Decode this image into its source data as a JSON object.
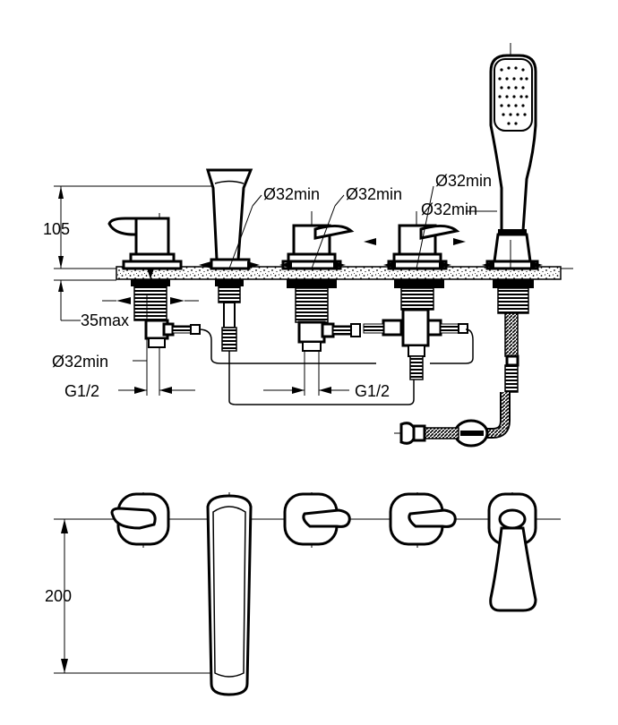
{
  "dimensions": {
    "height_mm": "105",
    "max_thickness": "35max",
    "hole_a": "Ø32min",
    "hole_b": "Ø32min",
    "hole_c": "Ø32min",
    "hole_d": "Ø32min",
    "hole_e": "Ø32min",
    "thread_left": "G1/2",
    "thread_center": "G1/2",
    "spacing_mm": "200"
  }
}
